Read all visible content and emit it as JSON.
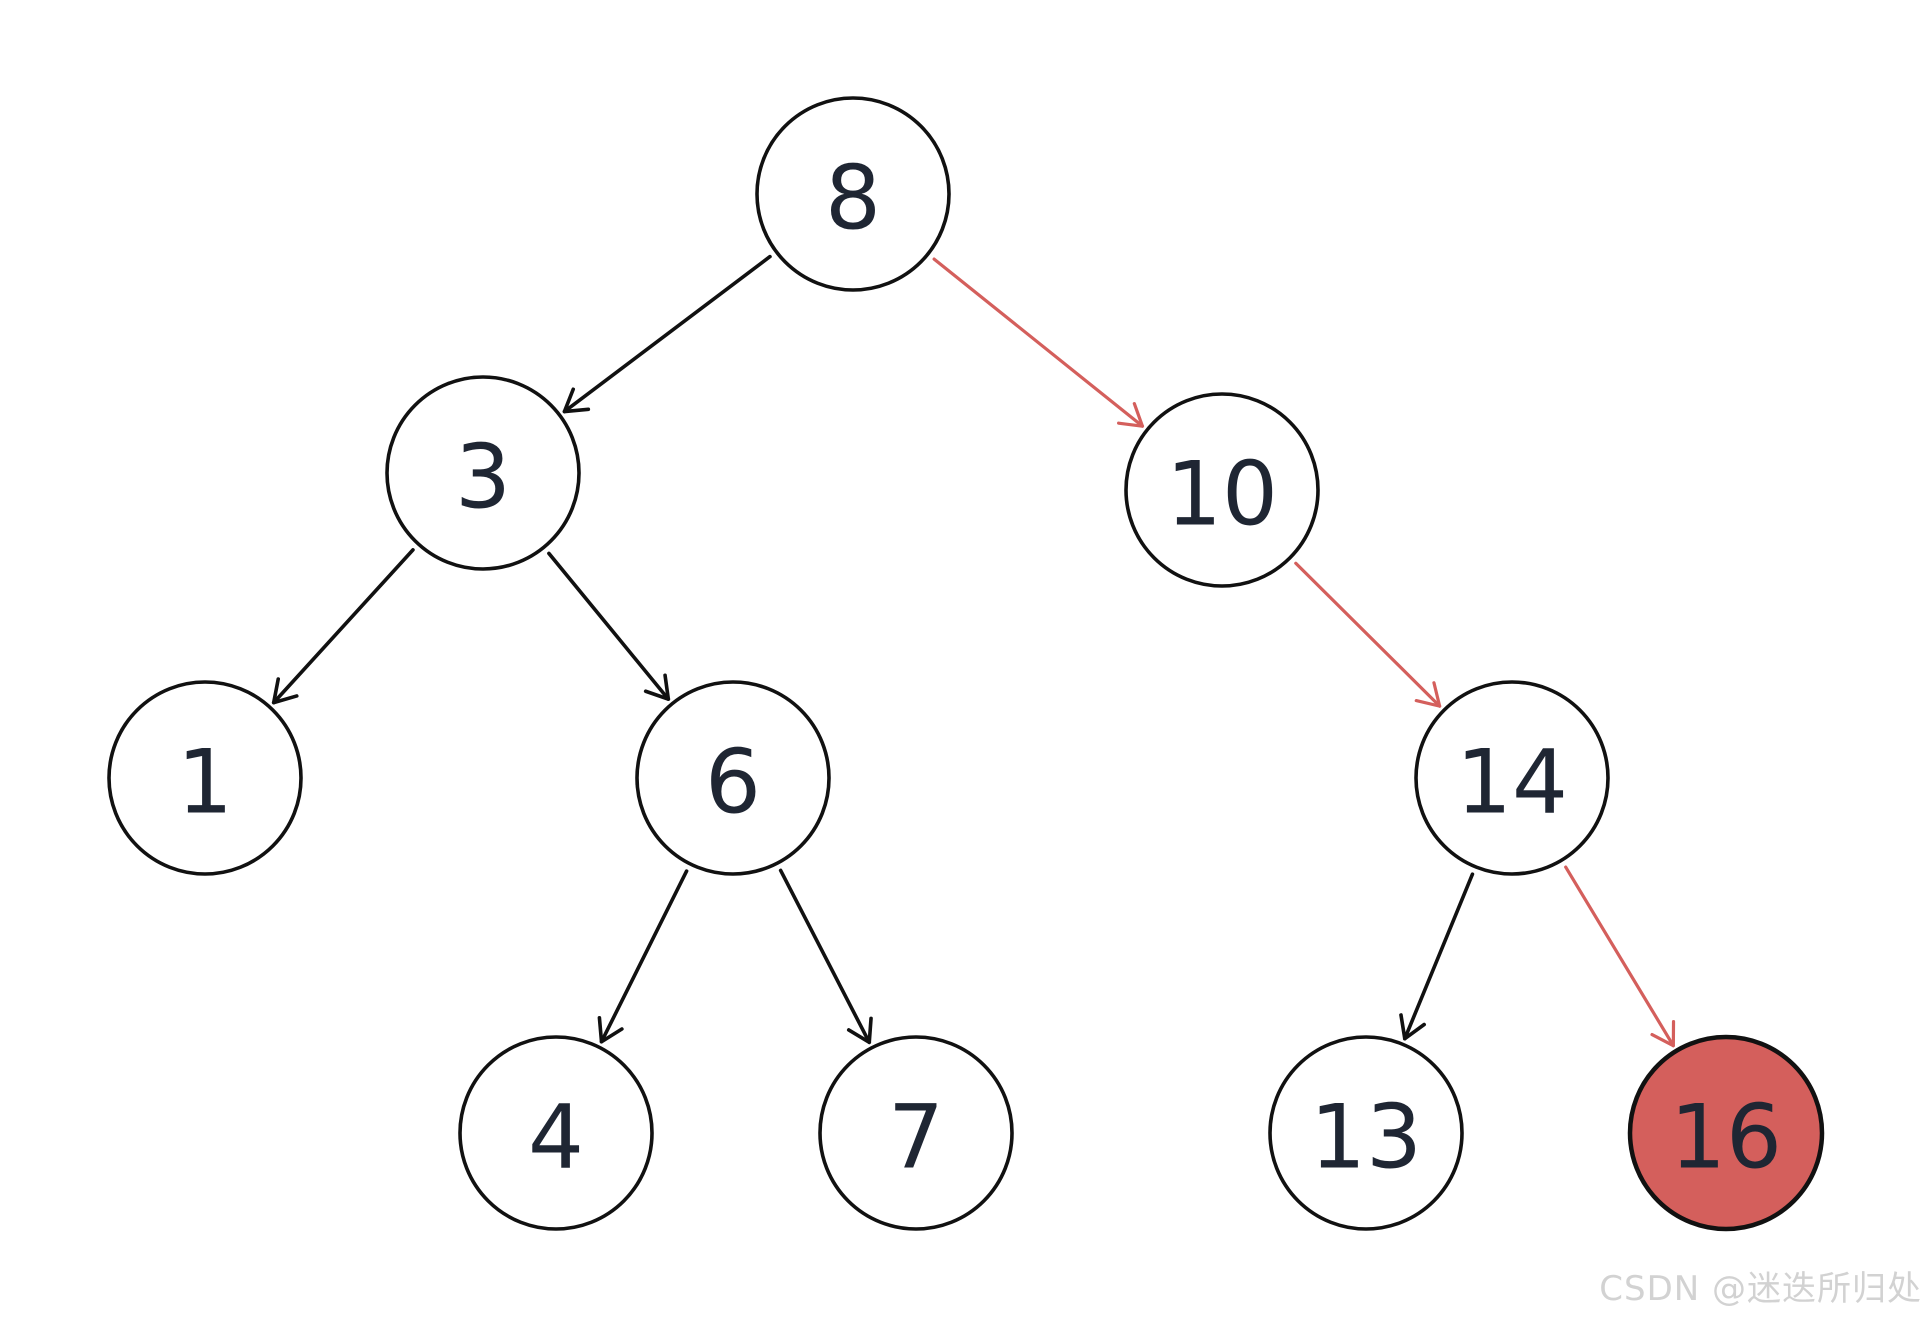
{
  "tree": {
    "nodes": [
      {
        "id": "n8",
        "label": "8",
        "highlight": false
      },
      {
        "id": "n3",
        "label": "3",
        "highlight": false
      },
      {
        "id": "n10",
        "label": "10",
        "highlight": false
      },
      {
        "id": "n1",
        "label": "1",
        "highlight": false
      },
      {
        "id": "n6",
        "label": "6",
        "highlight": false
      },
      {
        "id": "n14",
        "label": "14",
        "highlight": false
      },
      {
        "id": "n4",
        "label": "4",
        "highlight": false
      },
      {
        "id": "n7",
        "label": "7",
        "highlight": false
      },
      {
        "id": "n13",
        "label": "13",
        "highlight": false
      },
      {
        "id": "n16",
        "label": "16",
        "highlight": true
      }
    ],
    "edges": [
      {
        "from": "n8",
        "to": "n3",
        "path": false
      },
      {
        "from": "n8",
        "to": "n10",
        "path": true
      },
      {
        "from": "n3",
        "to": "n1",
        "path": false
      },
      {
        "from": "n3",
        "to": "n6",
        "path": false
      },
      {
        "from": "n10",
        "to": "n14",
        "path": true
      },
      {
        "from": "n6",
        "to": "n4",
        "path": false
      },
      {
        "from": "n6",
        "to": "n7",
        "path": false
      },
      {
        "from": "n14",
        "to": "n13",
        "path": false
      },
      {
        "from": "n14",
        "to": "n16",
        "path": true
      }
    ]
  },
  "colors": {
    "node_stroke": "#111111",
    "node_fill": "#ffffff",
    "label_text": "#1f2633",
    "edge_default": "#111111",
    "edge_path": "#d45f5c",
    "highlight_fill": "#d45f5c",
    "highlight_text": "#ffffff"
  },
  "watermark": "CSDN @迷迭所归处"
}
